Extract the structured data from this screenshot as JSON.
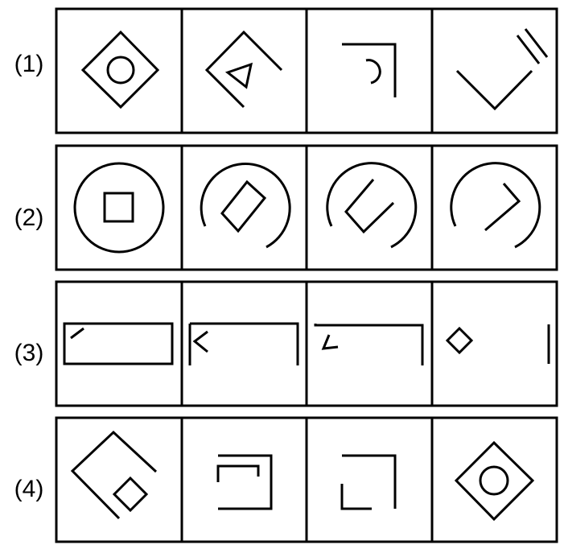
{
  "rows": [
    {
      "label": "(1)"
    },
    {
      "label": "(2)"
    },
    {
      "label": "(3)"
    },
    {
      "label": "(4)"
    }
  ],
  "colors": {
    "stroke": "#000000",
    "background": "#ffffff"
  },
  "figures": {
    "row1": [
      "diamond-with-circle",
      "diamond-with-triangle",
      "corner-with-arc",
      "chevron-with-double-line"
    ],
    "row2": [
      "circle-with-square",
      "arc-with-rectangle",
      "arc-with-open-rectangle",
      "arc-with-chevron"
    ],
    "row3": [
      "rectangle-with-slash",
      "bracket-with-chevron",
      "bracket-with-hook",
      "small-diamond-with-bar"
    ],
    "row4": [
      "rotated-square-with-diamond",
      "nested-brackets",
      "split-square",
      "diamond-with-circle"
    ]
  }
}
